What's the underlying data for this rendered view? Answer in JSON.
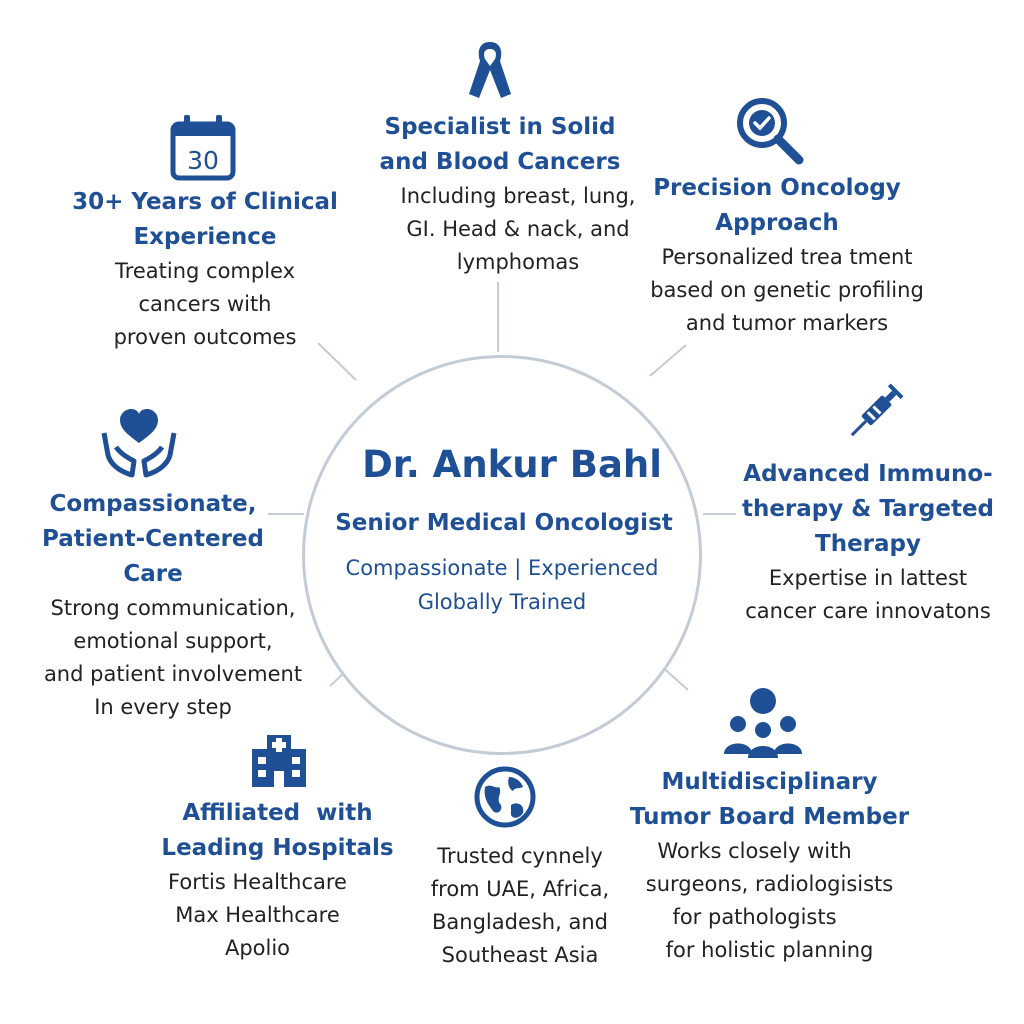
{
  "center": {
    "name": "Dr. Ankur Bahl",
    "title": "Senior Medical Oncologist",
    "tagline_1": "Compassionate | Experienced",
    "tagline_2": "Globally Trained"
  },
  "colors": {
    "accent": "#1f4f94",
    "text": "#222222",
    "circle": "#c3ccd6"
  },
  "features": {
    "experience": {
      "icon": "calendar-icon",
      "icon_text": "30",
      "heading": [
        "30+ Years of Clinical",
        "Experience"
      ],
      "body": [
        "Treating complex",
        "cancers with",
        "proven outcomes"
      ]
    },
    "specialist": {
      "icon": "ribbon-icon",
      "heading": [
        "Specialist in Solid",
        "and Blood Cancers"
      ],
      "body": [
        "Including breast, lung,",
        "GI. Head & nack, and",
        "lymphomas"
      ]
    },
    "precision": {
      "icon": "magnifier-check-icon",
      "heading": [
        "Precision Oncology",
        "Approach"
      ],
      "body": [
        "Personalized trea tment",
        "based on genetic profiling",
        "and tumor markers"
      ]
    },
    "immunotherapy": {
      "icon": "syringe-icon",
      "heading": [
        "Advanced Immuno-",
        "therapy & Targeted",
        "Therapy"
      ],
      "body": [
        "Expertise in lattest",
        "cancer care innovatons"
      ]
    },
    "compassion": {
      "icon": "heart-hands-icon",
      "heading": [
        "Compassionate,",
        "Patient-Centered",
        "Care"
      ],
      "body": [
        "Strong communication,",
        "emotional support,",
        "and patient involvement",
        "In every step"
      ]
    },
    "tumor_board": {
      "icon": "team-icon",
      "heading": [
        "Multidisciplinary",
        "Tumor Board Member"
      ],
      "body": [
        "Works closely with",
        "surgeons, radiologisists",
        "for pathologists",
        "for holistic planning"
      ]
    },
    "hospitals": {
      "icon": "hospital-icon",
      "heading": [
        "Affiliated  with",
        "Leading Hospitals"
      ],
      "body": [
        "Fortis Healthcare",
        "Max Healthcare",
        "Apolio"
      ]
    },
    "global": {
      "icon": "globe-icon",
      "body": [
        "Trusted cynnely",
        "from UAE, Africa,",
        "Bangladesh, and",
        "Southeast Asia"
      ]
    }
  }
}
